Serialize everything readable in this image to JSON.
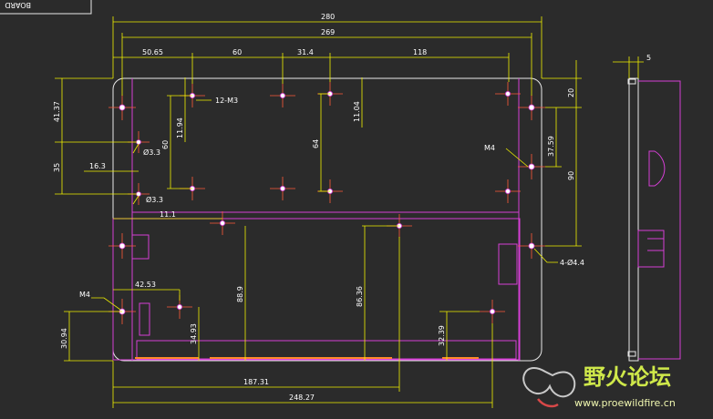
{
  "title_block": {
    "label": "BOARD"
  },
  "dimensions": {
    "overall_width": "280",
    "hole_span": "269",
    "d_50_65": "50.65",
    "d_60": "60",
    "d_31_4": "31.4",
    "d_118": "118",
    "d_5": "5",
    "d_20": "20",
    "d_41_37": "41.37",
    "d_35": "35",
    "d_16_3": "16.3",
    "d_60_v": "60",
    "d_11_94": "11.94",
    "d_64": "64",
    "d_11_04": "11.04",
    "d_37_59": "37.59",
    "d_90": "90",
    "d_11_1": "11.1",
    "d_42_53": "42.53",
    "d_88_9": "88.9",
    "d_86_36": "86.36",
    "d_34_93": "34.93",
    "d_30_94": "30.94",
    "d_32_39": "32.39",
    "d_187_31": "187.31",
    "d_248_27": "248.27"
  },
  "callouts": {
    "m3_holes": "12-M3",
    "dia_3_3_a": "Ø3.3",
    "dia_3_3_b": "Ø3.3",
    "m4_right": "M4",
    "m4_left": "M4",
    "dia_4_4": "4-Ø4.4"
  },
  "watermark": {
    "site_name_cn": "野火论坛",
    "site_url": "www.proewildfire.cn"
  },
  "colors": {
    "background": "#2b2b2b",
    "dimension_lines": "#f0f000",
    "outline": "#e8e8e8",
    "board_profile": "#d63fd6",
    "center_marks": "#ff5a3a"
  }
}
